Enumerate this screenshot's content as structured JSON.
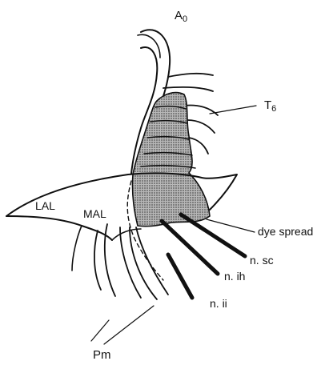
{
  "labels": {
    "aorta": "A",
    "aorta_sub": "0",
    "thoracic": "T",
    "thoracic_sub": "6",
    "lal": "LAL",
    "mal": "MAL",
    "dye_spread": "dye spread",
    "n_sc": "n. sc",
    "n_ih": "n. ih",
    "n_ii": "n. ii",
    "pm": "Pm"
  },
  "colors": {
    "ink": "#111111",
    "dye_fill": "#9a9a9a",
    "background": "#ffffff"
  }
}
